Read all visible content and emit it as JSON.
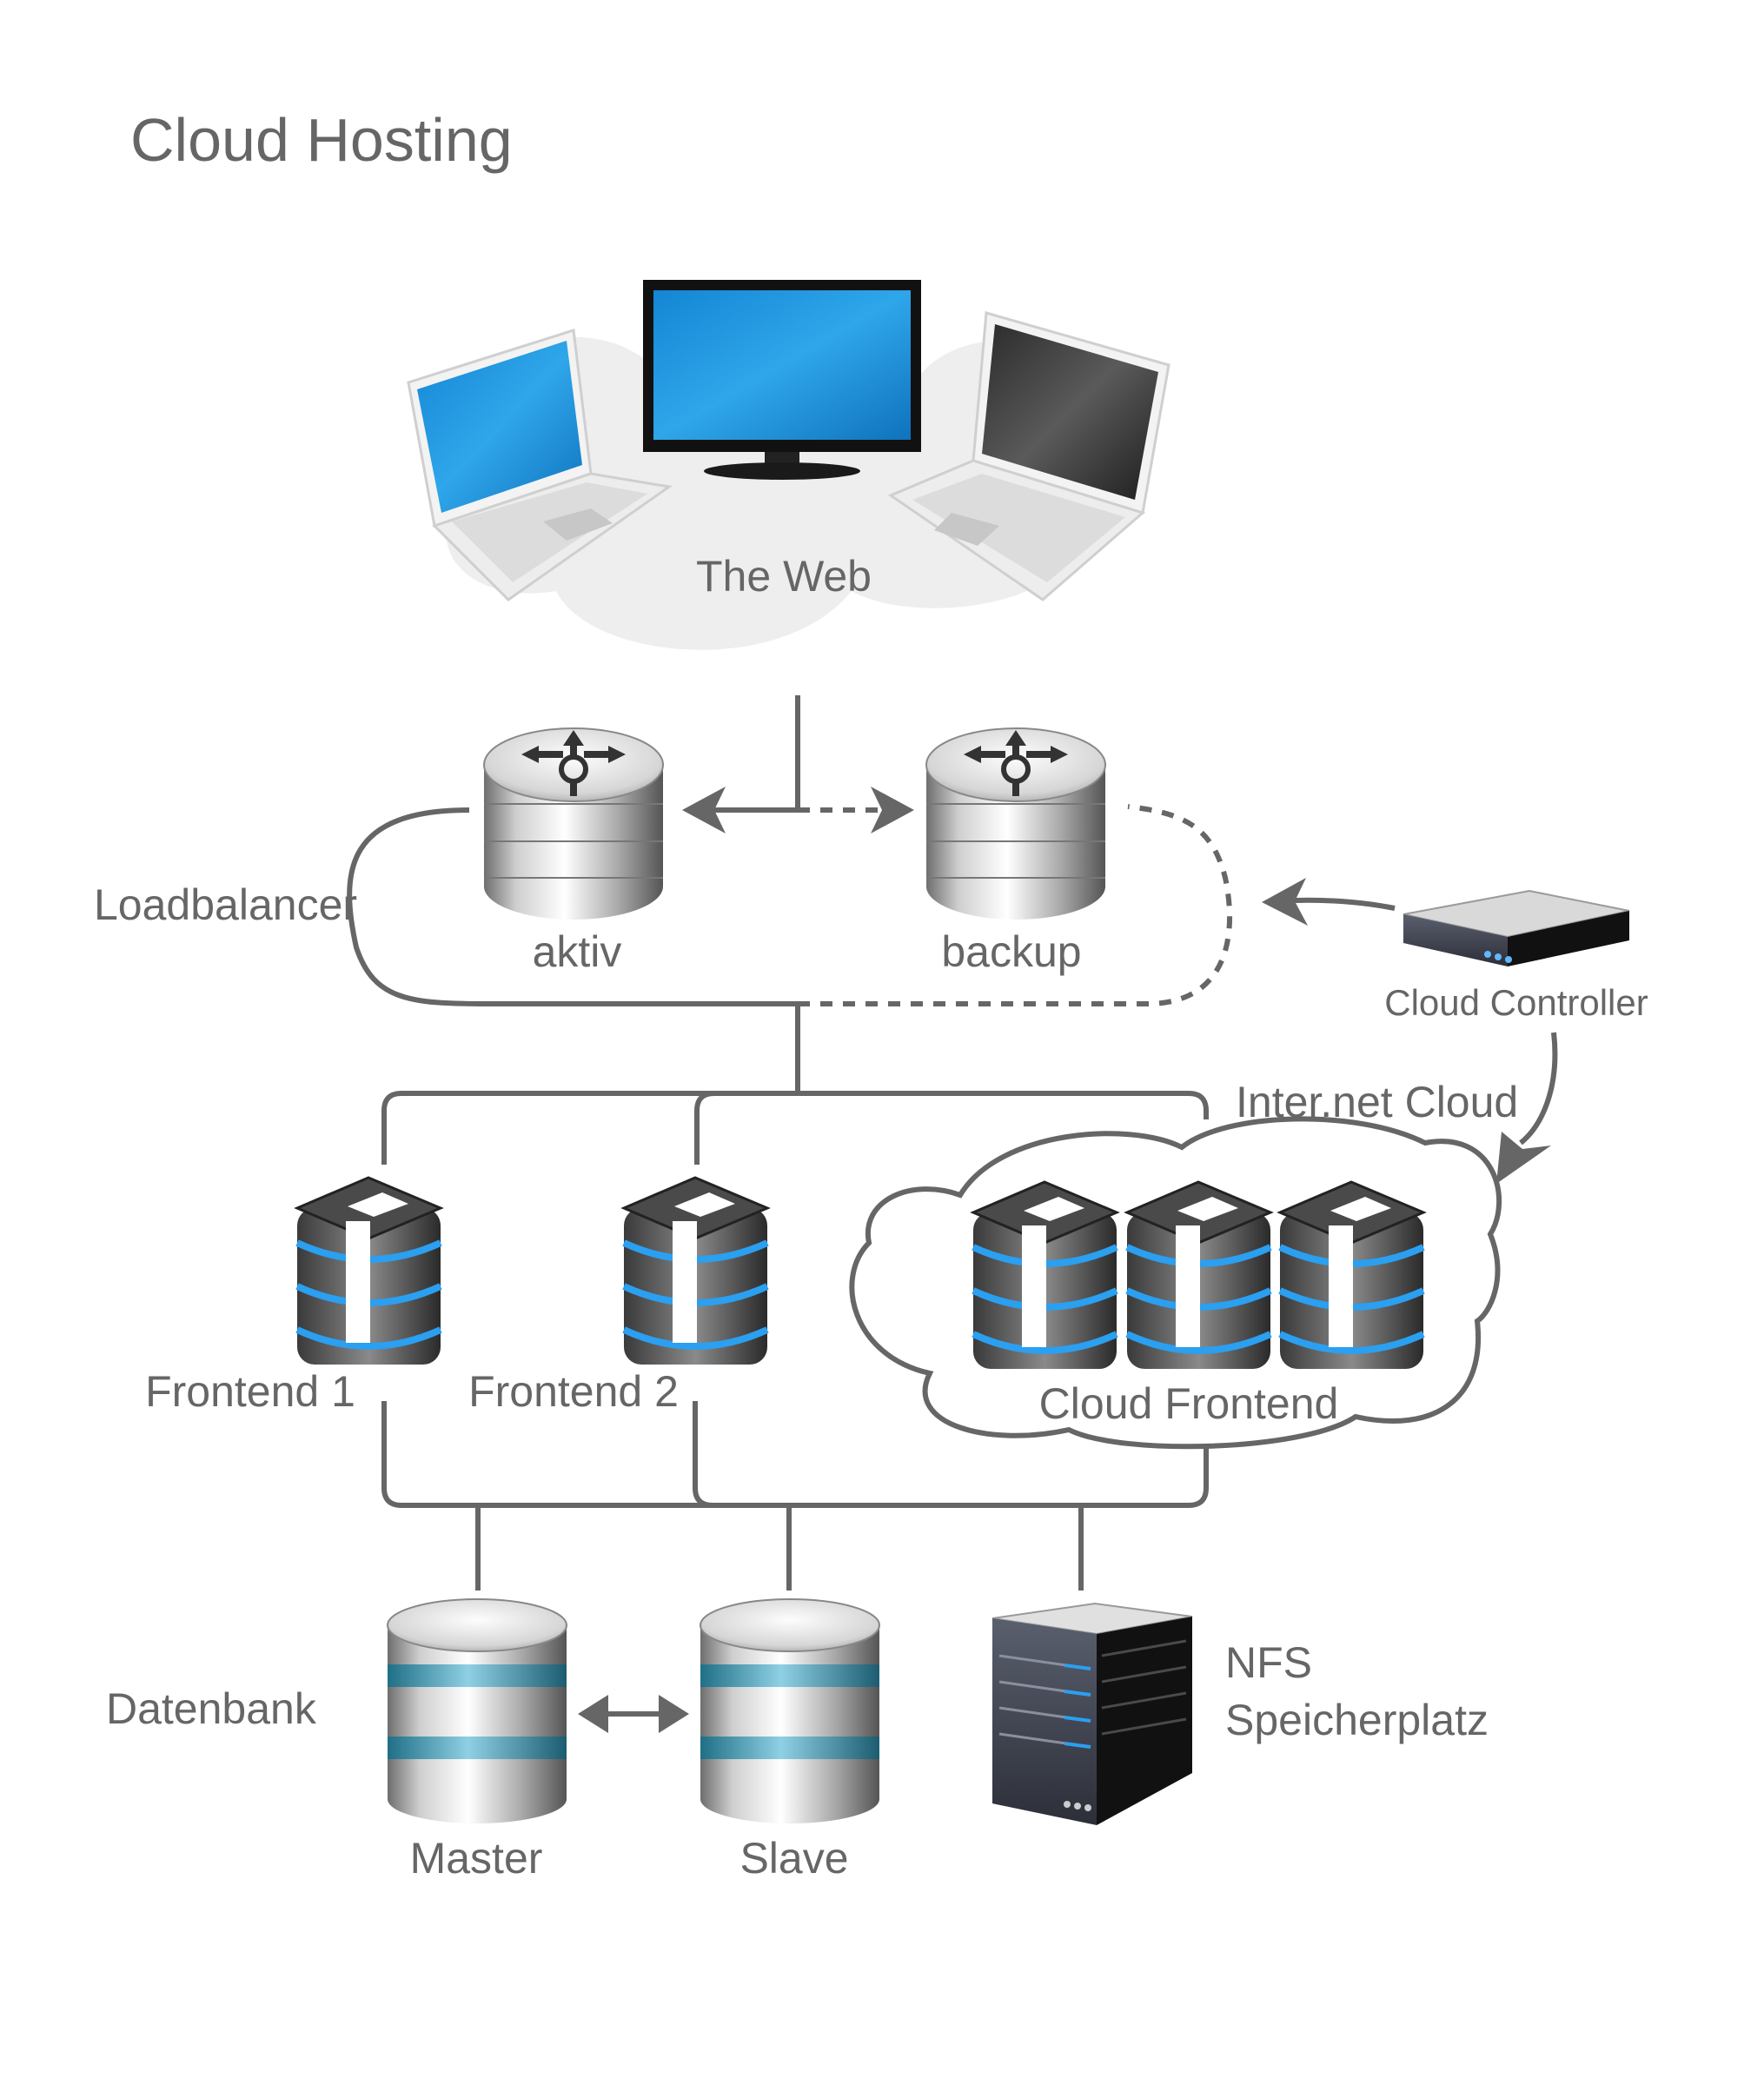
{
  "title": "Cloud Hosting",
  "web": {
    "label": "The Web"
  },
  "loadbalancer": {
    "label": "Loadbalancer",
    "active_label": "aktiv",
    "backup_label": "backup"
  },
  "controller": {
    "label": "Cloud Controller"
  },
  "cloud": {
    "label": "Inter.net Cloud",
    "frontend_label": "Cloud Frontend"
  },
  "frontends": {
    "f1_label": "Frontend 1",
    "f2_label": "Frontend 2"
  },
  "database": {
    "label": "Datenbank",
    "master_label": "Master",
    "slave_label": "Slave"
  },
  "nfs": {
    "line1": "NFS",
    "line2": "Speicherplatz"
  },
  "colors": {
    "text": "#666666",
    "line": "#666666",
    "accent_blue": "#2ba3e6",
    "db_band": "#4fa9c2"
  }
}
